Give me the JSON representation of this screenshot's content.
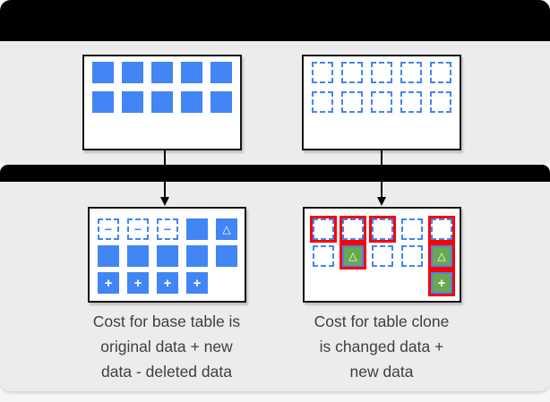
{
  "colors": {
    "blue": "#4285f4",
    "green": "#6aa84f",
    "red": "#fd0000",
    "panel_gray": "#ececec",
    "bar_black": "#000000",
    "caption_text": "#3c4043"
  },
  "icons": {
    "minus": "−",
    "plus": "+",
    "delta": "△"
  },
  "diagram": {
    "base_table_before": {
      "rows": [
        [
          "solid",
          "solid",
          "solid",
          "solid",
          "solid"
        ],
        [
          "solid",
          "solid",
          "solid",
          "solid",
          "solid"
        ]
      ]
    },
    "table_clone_before": {
      "rows": [
        [
          "dashed",
          "dashed",
          "dashed",
          "dashed",
          "dashed"
        ],
        [
          "dashed",
          "dashed",
          "dashed",
          "dashed",
          "dashed"
        ]
      ]
    },
    "base_table_after": {
      "rows": [
        [
          "dashed-minus",
          "dashed-minus",
          "dashed-minus",
          "solid",
          "solid-delta"
        ],
        [
          "solid",
          "solid",
          "solid",
          "solid",
          "solid"
        ],
        [
          "solid-plus",
          "solid-plus",
          "solid-plus",
          "solid-plus",
          "empty"
        ]
      ]
    },
    "table_clone_after": {
      "rows": [
        [
          "dashed-red",
          "dashed-red",
          "dashed-red",
          "dashed",
          "dashed-red"
        ],
        [
          "dashed",
          "green-delta-red",
          "dashed",
          "dashed",
          "green-delta-red"
        ],
        [
          "empty",
          "empty",
          "empty",
          "empty",
          "green-plus-red"
        ]
      ]
    },
    "captions": {
      "left": [
        "Cost for base table is",
        "original data + new",
        "data - deleted data"
      ],
      "right": [
        "Cost for table clone",
        "is changed data +",
        "new data"
      ]
    }
  }
}
